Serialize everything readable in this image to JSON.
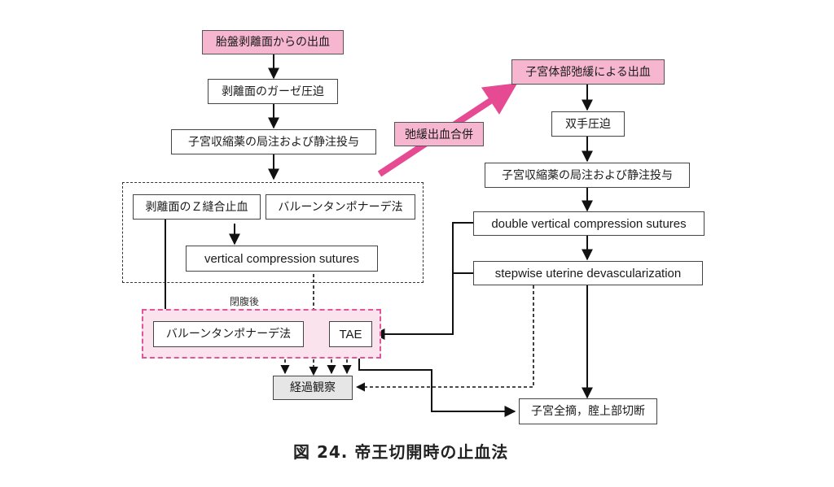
{
  "boxes": {
    "placenta_bleed": "胎盤剥離面からの出血",
    "gauze": "剥離面のガーゼ圧迫",
    "uterotonics_left": "子宮収縮薬の局注および静注投与",
    "z_suture": "剥離面のＺ縫合止血",
    "balloon_top": "バルーンタンポナーデ法",
    "vcs": "vertical compression sutures",
    "atony_bleed": "子宮体部弛緩による出血",
    "bimanual": "双手圧迫",
    "uterotonics_right": "子宮収縮薬の局注および静注投与",
    "dvcs": "double vertical compression sutures",
    "stepwise": "stepwise uterine devascularization",
    "balloon_post": "バルーンタンポナーデ法",
    "tae": "TAE",
    "observation": "経過観察",
    "hysterectomy": "子宮全摘，腟上部切断"
  },
  "post_closure_label": "閉腹後",
  "complication_label": "弛緩出血合併",
  "caption": "図 24.  帝王切開時の止血法",
  "colors": {
    "pink_fill": "#f6b6cf",
    "pink_arrow": "#e64a92",
    "grey_fill": "#e6e6e6"
  }
}
